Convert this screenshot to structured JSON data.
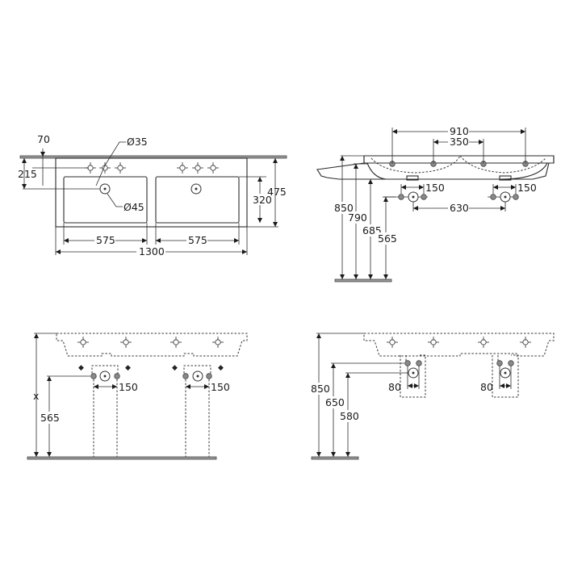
{
  "views": {
    "top_view": {
      "dimensions": {
        "tap_hole_offset": "70",
        "tap_hole_diameter": "Ø35",
        "basin_to_waste": "215",
        "waste_diameter": "Ø45",
        "basin_depth": "320",
        "overall_depth": "475",
        "left_basin_width": "575",
        "right_basin_width": "575",
        "overall_width": "1300"
      }
    },
    "front_view": {
      "dimensions": {
        "outer_tap_spacing": "910",
        "inner_tap_spacing": "350",
        "left_valve_spacing": "150",
        "right_valve_spacing": "150",
        "waste_spacing": "630",
        "rim_height": "850",
        "top_basin_height": "790",
        "underside_height": "685",
        "supply_height": "565"
      }
    },
    "front_pedestal_view": {
      "dimensions": {
        "rim_height": "x",
        "supply_height": "565",
        "left_valve_spacing": "150",
        "right_valve_spacing": "150"
      }
    },
    "side_siphon_view": {
      "dimensions": {
        "rim_height": "850",
        "supply_height": "650",
        "waste_height": "580",
        "left_offset": "80",
        "right_offset": "80"
      }
    }
  }
}
